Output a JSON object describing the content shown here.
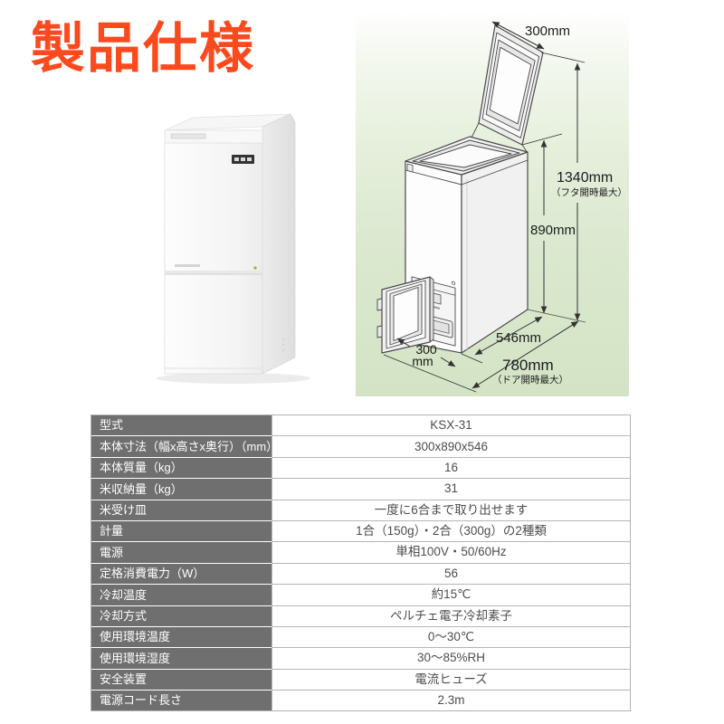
{
  "title": "製品仕様",
  "colors": {
    "accent_title": "#fb4a1d",
    "table_label_bg": "#6f6f6f",
    "table_border": "#b5b5b5",
    "diagram_bg_green": "#d4e3c5",
    "indicator_green": "#7ac143"
  },
  "diagram": {
    "labels": {
      "lid_width": "300mm",
      "open_height": "1340mm",
      "open_height_note": "（フタ開時最大）",
      "body_height": "890mm",
      "depth": "546mm",
      "door_width_line1": "300",
      "door_width_line2": "mm",
      "door_open_depth": "780mm",
      "door_open_note": "（ドア開時最大）"
    }
  },
  "table": {
    "rows": [
      {
        "label": "型式",
        "value": "KSX-31"
      },
      {
        "label": "本体寸法（幅x高さx奥行）（mm）",
        "value": "300x890x546"
      },
      {
        "label": "本体質量（kg）",
        "value": "16"
      },
      {
        "label": "米収納量（kg）",
        "value": "31"
      },
      {
        "label": "米受け皿",
        "value": "一度に6合まで取り出せます"
      },
      {
        "label": "計量",
        "value": "1合（150g）・2合（300g）の2種類"
      },
      {
        "label": "電源",
        "value": "単相100V・50/60Hz"
      },
      {
        "label": "定格消費電力（W）",
        "value": "56"
      },
      {
        "label": "冷却温度",
        "value": "約15℃"
      },
      {
        "label": "冷却方式",
        "value": "ペルチェ電子冷却素子"
      },
      {
        "label": "使用環境温度",
        "value": "0〜30℃"
      },
      {
        "label": "使用環境湿度",
        "value": "30〜85%RH"
      },
      {
        "label": "安全装置",
        "value": "電流ヒューズ"
      },
      {
        "label": "電源コード長さ",
        "value": "2.3m"
      }
    ]
  }
}
